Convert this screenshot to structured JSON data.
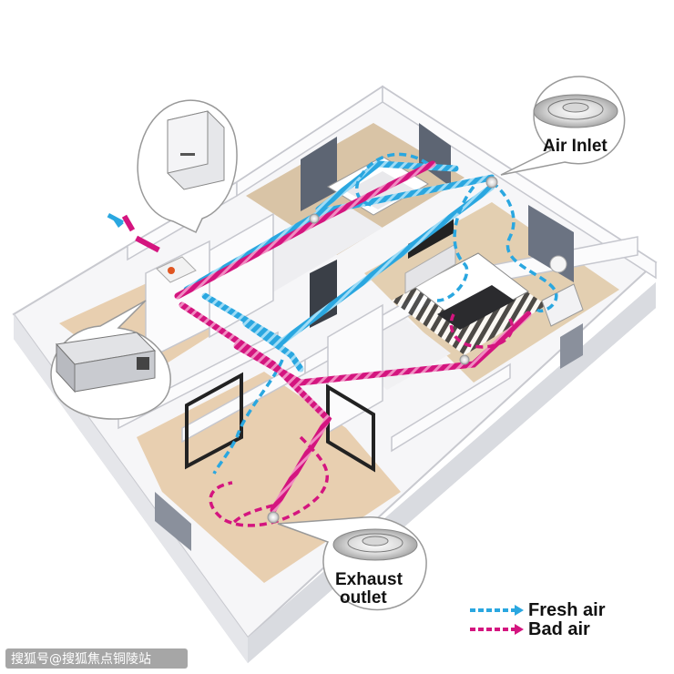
{
  "labels": {
    "air_inlet": "Air Inlet",
    "exhaust_line1": "Exhaust",
    "exhaust_line2": "outlet"
  },
  "legend": {
    "fresh_air": "Fresh air",
    "bad_air": "Bad air"
  },
  "watermark": "搜狐号@搜狐焦点铜陵站",
  "colors": {
    "fresh_air": "#2aa7e0",
    "bad_air": "#d4157f",
    "wall": "#f4f4f6",
    "wall_side": "#d6d8de",
    "floor": "#e9d4b8"
  },
  "icons": {
    "unit": "ventilation-unit-icon",
    "inlet": "ceiling-diffuser-icon",
    "exhaust": "ceiling-diffuser-icon"
  }
}
